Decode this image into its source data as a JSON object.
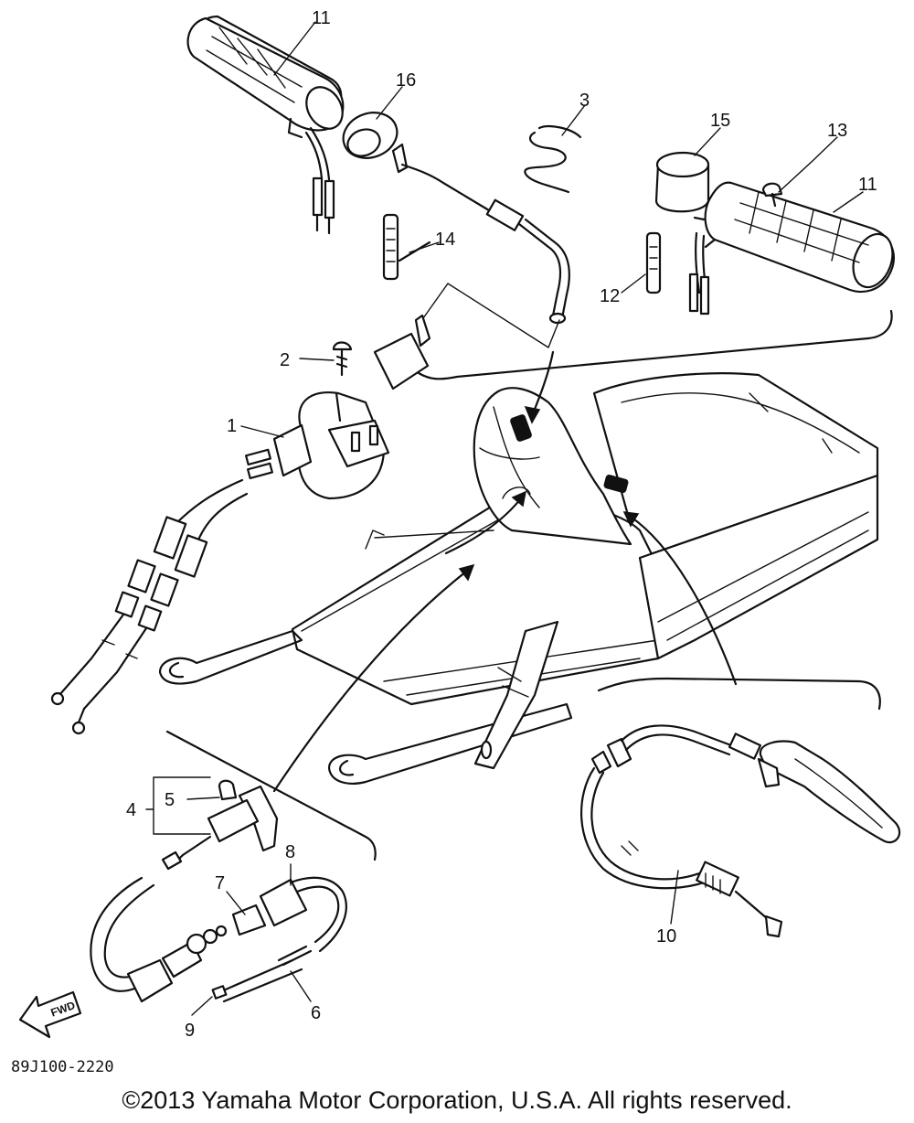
{
  "parts": {
    "p1": "1",
    "p2": "2",
    "p3": "3",
    "p4": "4",
    "p5": "5",
    "p6": "6",
    "p7": "7",
    "p8": "8",
    "p9": "9",
    "p10": "10",
    "p11a": "11",
    "p11b": "11",
    "p12": "12",
    "p13": "13",
    "p14": "14",
    "p15": "15",
    "p16": "16"
  },
  "direction_label": "FWD",
  "diagram_code": "89J100-2220",
  "copyright": "©2013 Yamaha Motor Corporation, U.S.A. All rights reserved."
}
